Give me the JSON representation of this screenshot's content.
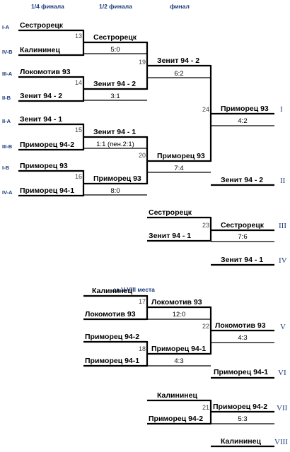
{
  "headers": {
    "quarter": "1/4 финала",
    "semi": "1/2 финала",
    "final": "финал",
    "places_5_8": "за V-VIII места"
  },
  "seeds": [
    "I-A",
    "IV-B",
    "III-A",
    "II-B",
    "II-A",
    "III-B",
    "I-B",
    "IV-A"
  ],
  "teams": {
    "r1": [
      "Сестрорецк",
      "Калининец",
      "Локомотив 93",
      "Зенит 94 - 2",
      "Зенит 94 - 1",
      "Приморец 94-2",
      "Приморец 93",
      "Приморец 94-1"
    ],
    "r2": [
      "Сестрорецк",
      "Зенит 94 - 2",
      "Зенит 94 - 1",
      "Приморец 93"
    ],
    "r3": [
      "Зенит 94 - 2",
      "Приморец 93"
    ],
    "champion": "Приморец 93",
    "second": "Зенит 94 - 2",
    "third_pair": [
      "Сестрорецк",
      "Зенит 94 - 1"
    ],
    "third": "Сестрорецк",
    "fourth": "Зенит 94 - 1",
    "cons_r1": [
      "Калининец",
      "Локомотив 93",
      "Приморец 94-2",
      "Приморец 94-1"
    ],
    "cons_r2": [
      "Локомотив 93",
      "Приморец 94-1"
    ],
    "fifth": "Локомотив 93",
    "sixth": "Приморец 94-1",
    "seventh_pair": [
      "Калининец",
      "Приморец 94-2"
    ],
    "seventh": "Приморец 94-2",
    "eighth": "Калининец"
  },
  "matches": {
    "m13": {
      "num": "13",
      "score": "5:0"
    },
    "m14": {
      "num": "14",
      "score": "3:1"
    },
    "m15": {
      "num": "15",
      "score": "1:1 (пен.2:1)"
    },
    "m16": {
      "num": "16",
      "score": "8:0"
    },
    "m19": {
      "num": "19",
      "score": "6:2"
    },
    "m20": {
      "num": "20",
      "score": "7:4"
    },
    "m24": {
      "num": "24",
      "score": "4:2"
    },
    "m23": {
      "num": "23",
      "score": "7:6"
    },
    "m17": {
      "num": "17",
      "score": "12:0"
    },
    "m18": {
      "num": "18",
      "score": "4:3"
    },
    "m22": {
      "num": "22",
      "score": "4:3"
    },
    "m21": {
      "num": "21",
      "score": "5:3"
    }
  },
  "ranks": [
    "I",
    "II",
    "III",
    "IV",
    "V",
    "VI",
    "VII",
    "VIII"
  ]
}
